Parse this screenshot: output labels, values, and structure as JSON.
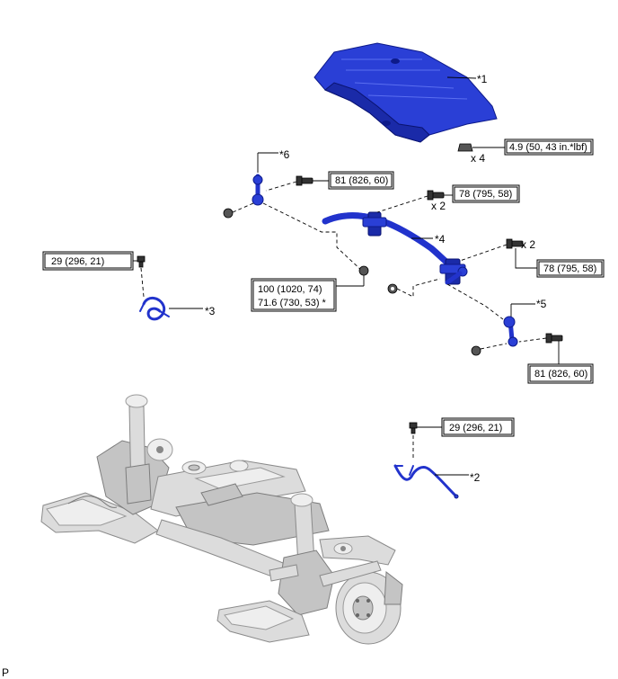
{
  "parts": {
    "p1": "*1",
    "p2": "*2",
    "p3": "*3",
    "p4": "*4",
    "p5": "*5",
    "p6": "*6"
  },
  "quantities": {
    "q1": "x 4",
    "q2": "x 2",
    "q3": "x 2"
  },
  "torques": {
    "t1": "4.9 (50, 43 in.*lbf)",
    "t2": "81 (826, 60)",
    "t3": "78 (795, 58)",
    "t4": "78 (795, 58)",
    "t5": "29 (296, 21)",
    "t6a": "100 (1020, 74)",
    "t6b": "71.6 (730, 53) *",
    "t7": "81 (826, 60)",
    "t8": "29 (296, 21)"
  },
  "corner_mark": "P"
}
